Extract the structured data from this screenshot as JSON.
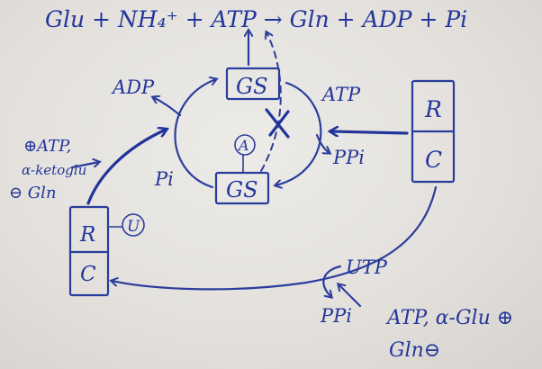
{
  "equation": "Glu + NH₄⁺ + ATP → Gln + ADP + Pi",
  "labels": {
    "adp": "ADP",
    "atp_right": "ATP",
    "ppi_right": "PPi",
    "pi": "Pi",
    "gs_top": "GS",
    "gs_bottom": "GS",
    "adenyl": "A",
    "rc_right_r": "R",
    "rc_right_c": "C",
    "rc_left_r": "R",
    "rc_left_c": "C",
    "uridyl": "U",
    "effector_plus_atp": "⊕ATP,",
    "effector_ketoglu": "α-ketoglu",
    "effector_minus_gln": "⊖ Gln",
    "utp": "UTP",
    "ppi_bottom": "PPi",
    "bottom_effectors_1": "ATP, α-Glu ⊕",
    "bottom_effectors_2": "Gln⊖"
  },
  "colors": {
    "ink": "#2a3d9c",
    "paper": "#e6e3df"
  }
}
